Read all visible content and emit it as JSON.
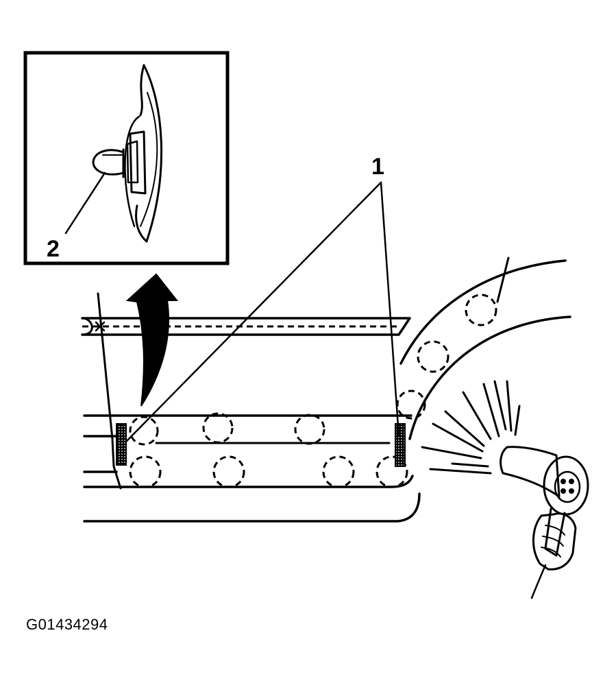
{
  "callouts": {
    "label_1": "1",
    "label_2": "2"
  },
  "figure_id": "G01434294"
}
